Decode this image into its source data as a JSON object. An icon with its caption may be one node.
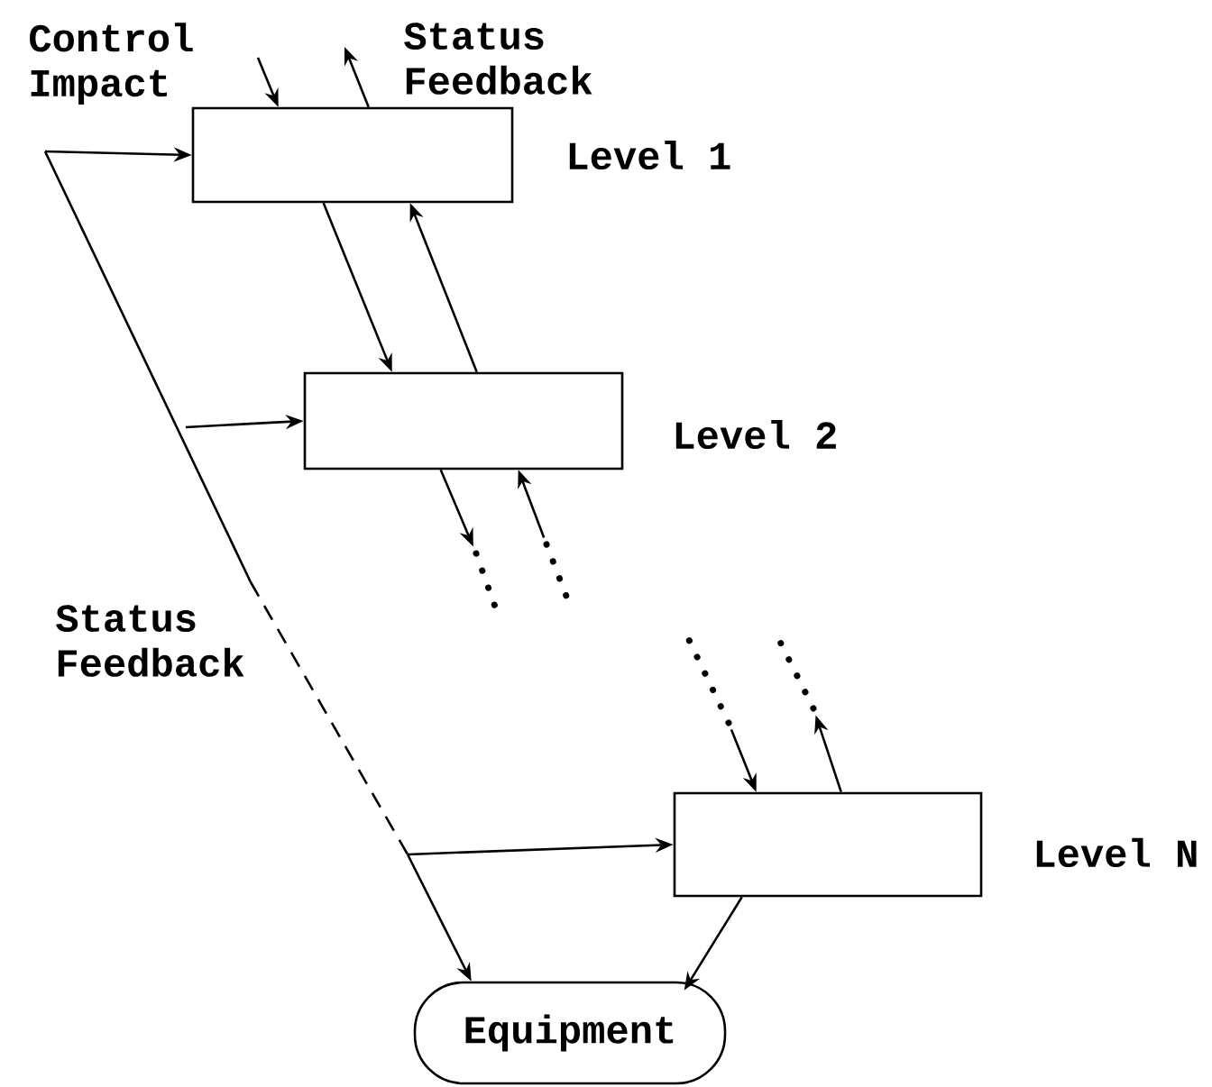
{
  "diagram": {
    "nodes": [
      {
        "text": [],
        "shape": "box",
        "beside": [
          "Level 1"
        ]
      },
      {
        "text": [],
        "shape": "box",
        "beside": [
          "Level 2"
        ]
      },
      {
        "text": [],
        "shape": "dots"
      },
      {
        "text": [],
        "shape": "dots"
      },
      {
        "text": [],
        "shape": "box",
        "beside": [
          "Level N"
        ]
      },
      {
        "text": [],
        "shape": "dots"
      },
      {
        "text": [],
        "shape": "dots"
      },
      {
        "text": [
          "Equipment"
        ]
      }
    ],
    "edges": [
      {
        "from": null,
        "to": 0,
        "arrow": "to"
      },
      {
        "from": 0,
        "to": null,
        "arrow": "to"
      },
      {
        "from": 0,
        "to": 1,
        "arrow": "to"
      },
      {
        "from": 1,
        "to": 0,
        "arrow": "to"
      },
      {
        "from": 1,
        "to": 2,
        "arrow": "to"
      },
      {
        "from": 3,
        "to": 1,
        "arrow": "to"
      },
      {
        "from": 5,
        "to": 4,
        "arrow": "to"
      },
      {
        "from": 4,
        "to": 6,
        "arrow": "to"
      },
      {
        "from": null,
        "to": 0,
        "arrow": "to"
      },
      {
        "from": null,
        "to": 1,
        "arrow": "to"
      },
      {
        "from": null,
        "to": 4,
        "arrow": "to"
      },
      {
        "from": null,
        "to": 7,
        "arrow": "to"
      },
      {
        "from": 4,
        "to": 7,
        "arrow": "to"
      }
    ],
    "labels": [
      "Control Impact",
      "Status Feedback",
      "Status Feedback"
    ]
  }
}
